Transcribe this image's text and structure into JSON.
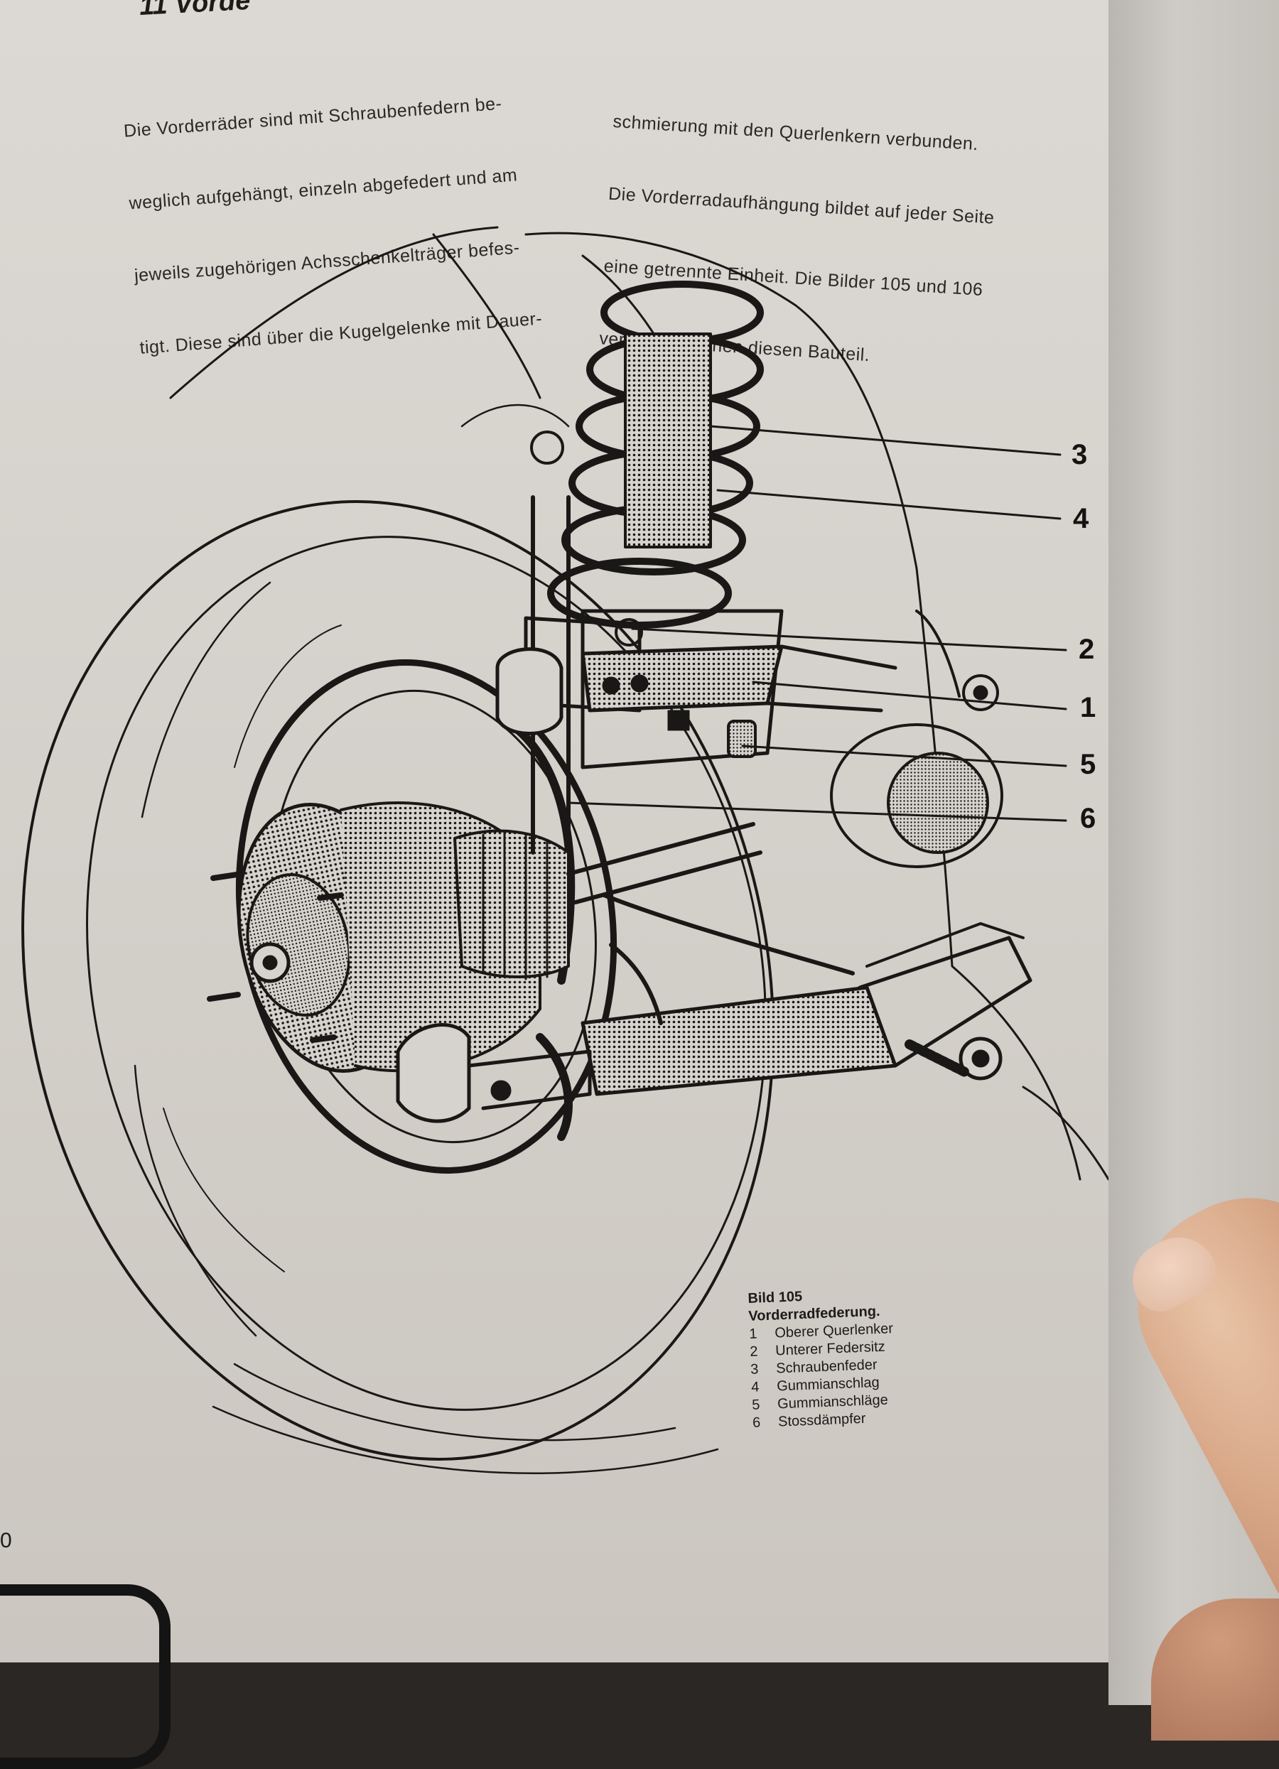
{
  "chapter_heading": "11 Vorde",
  "text_left": [
    "Die Vorderräder sind mit Schraubenfedern be-",
    "weglich aufgehängt, einzeln abgefedert und am",
    "jeweils zugehörigen Achsschenkelträger befes-",
    "tigt. Diese sind über die Kugelgelenke mit Dauer-"
  ],
  "text_right": [
    "schmierung mit den Querlenkern verbunden.",
    "Die Vorderradaufhängung bildet auf jeder Seite",
    "eine getrennte Einheit. Die Bilder 105 und 106",
    "veranschaulichen diesen Bauteil."
  ],
  "callouts": [
    "3",
    "4",
    "2",
    "1",
    "5",
    "6"
  ],
  "caption": {
    "title": "Bild 105",
    "subtitle": "Vorderradfederung.",
    "items": [
      {
        "num": "1",
        "label": "Oberer Querlenker"
      },
      {
        "num": "2",
        "label": "Unterer Federsitz"
      },
      {
        "num": "3",
        "label": "Schraubenfeder"
      },
      {
        "num": "4",
        "label": "Gummianschlag"
      },
      {
        "num": "5",
        "label": "Gummianschläge"
      },
      {
        "num": "6",
        "label": "Stossdämpfer"
      }
    ]
  },
  "page_number": "0",
  "colors": {
    "paper": "#d6d2cd",
    "ink": "#1a1816"
  }
}
